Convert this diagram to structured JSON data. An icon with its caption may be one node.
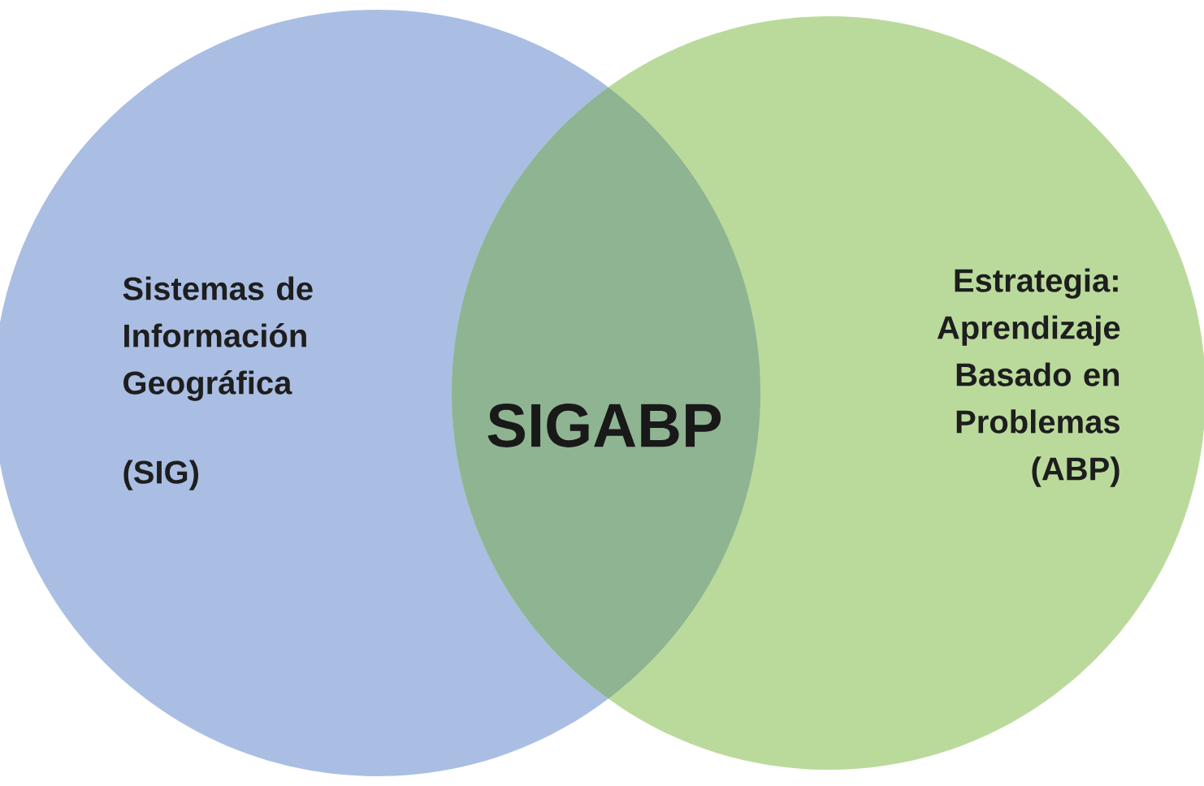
{
  "diagram": {
    "nodes": [
      {
        "text": [
          "Sistemas de Información Geográfica",
          "(SIG)"
        ]
      },
      {
        "text": [
          "Estrategia: Aprendizaje Basado en Problemas (ABP)"
        ]
      }
    ],
    "labels": [
      "SIGABP"
    ]
  }
}
